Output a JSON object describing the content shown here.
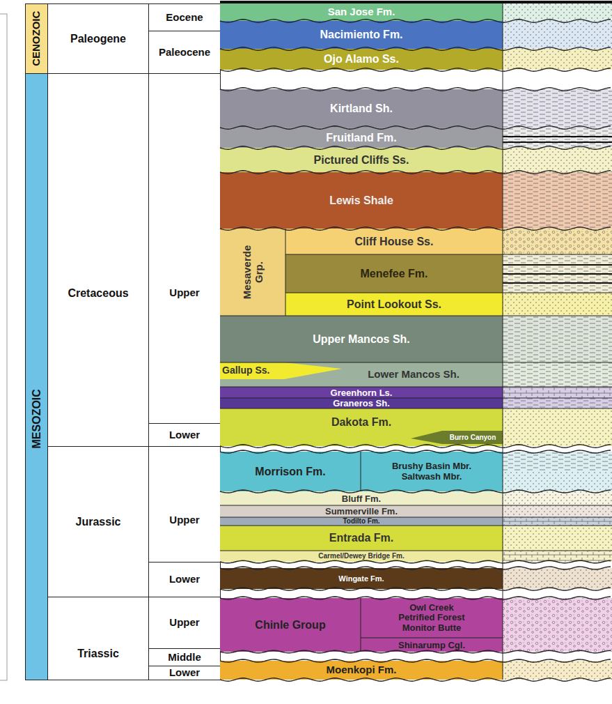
{
  "diagram": {
    "nodes": [
      {
        "text": [
          "CENOZOIC"
        ]
      },
      {
        "text": [
          "MESOZOIC"
        ]
      },
      {
        "text": [
          "Paleogene"
        ]
      },
      {
        "text": [
          "Cretaceous"
        ]
      },
      {
        "text": [
          "Jurassic"
        ]
      },
      {
        "text": [
          "Triassic"
        ]
      },
      {
        "text": [
          "Eocene"
        ]
      },
      {
        "text": [
          "Paleocene"
        ]
      },
      {
        "text": [
          "Upper"
        ]
      },
      {
        "text": [
          "Lower"
        ]
      },
      {
        "text": [
          "Upper"
        ]
      },
      {
        "text": [
          "Lower"
        ]
      },
      {
        "text": [
          "Upper"
        ]
      },
      {
        "text": [
          "Middle"
        ]
      },
      {
        "text": [
          "Lower"
        ]
      },
      {
        "text": [
          "San Jose Fm."
        ]
      },
      {
        "text": [
          "Nacimiento Fm."
        ]
      },
      {
        "text": [
          "Ojo Alamo Ss."
        ]
      },
      {
        "text": [
          "Kirtland Sh."
        ]
      },
      {
        "text": [
          "Fruitland Fm."
        ]
      },
      {
        "text": [
          "Pictured Cliffs Ss."
        ]
      },
      {
        "text": [
          "Lewis Shale"
        ]
      },
      {
        "text": [
          "Mesaverde Grp."
        ]
      },
      {
        "text": [
          "Cliff House Ss."
        ],
        "in": 22
      },
      {
        "text": [
          "Menefee Fm."
        ],
        "in": 22
      },
      {
        "text": [
          "Point Lookout Ss."
        ],
        "in": 22
      },
      {
        "text": [
          "Upper Mancos Sh."
        ]
      },
      {
        "text": [
          "Lower Mancos Sh."
        ]
      },
      {
        "text": [
          "Gallup Ss."
        ],
        "in": 27
      },
      {
        "text": [
          "Greenhorn Ls."
        ]
      },
      {
        "text": [
          "Graneros Sh."
        ]
      },
      {
        "text": [
          "Dakota Fm."
        ]
      },
      {
        "text": [
          "Burro Canyon"
        ],
        "in": 31
      },
      {
        "text": [
          "Morrison Fm."
        ]
      },
      {
        "text": [
          "Brushy Basin Mbr.",
          "Saltwash Mbr."
        ],
        "in": 33
      },
      {
        "text": [
          "Bluff Fm."
        ]
      },
      {
        "text": [
          "Summerville Fm."
        ]
      },
      {
        "text": [
          "Todilto Fm."
        ]
      },
      {
        "text": [
          "Entrada Fm."
        ]
      },
      {
        "text": [
          "Carmel/Dewey Bridge Fm."
        ]
      },
      {
        "text": [
          "Wingate Fm."
        ]
      },
      {
        "text": [
          "Chinle Group"
        ]
      },
      {
        "text": [
          "Owl Creek",
          "Petrified Forest",
          "Monitor Butte"
        ],
        "in": 41
      },
      {
        "text": [
          "Shinarump Cgl."
        ],
        "in": 41
      },
      {
        "text": [
          "Moenkopi Fm."
        ]
      }
    ]
  }
}
